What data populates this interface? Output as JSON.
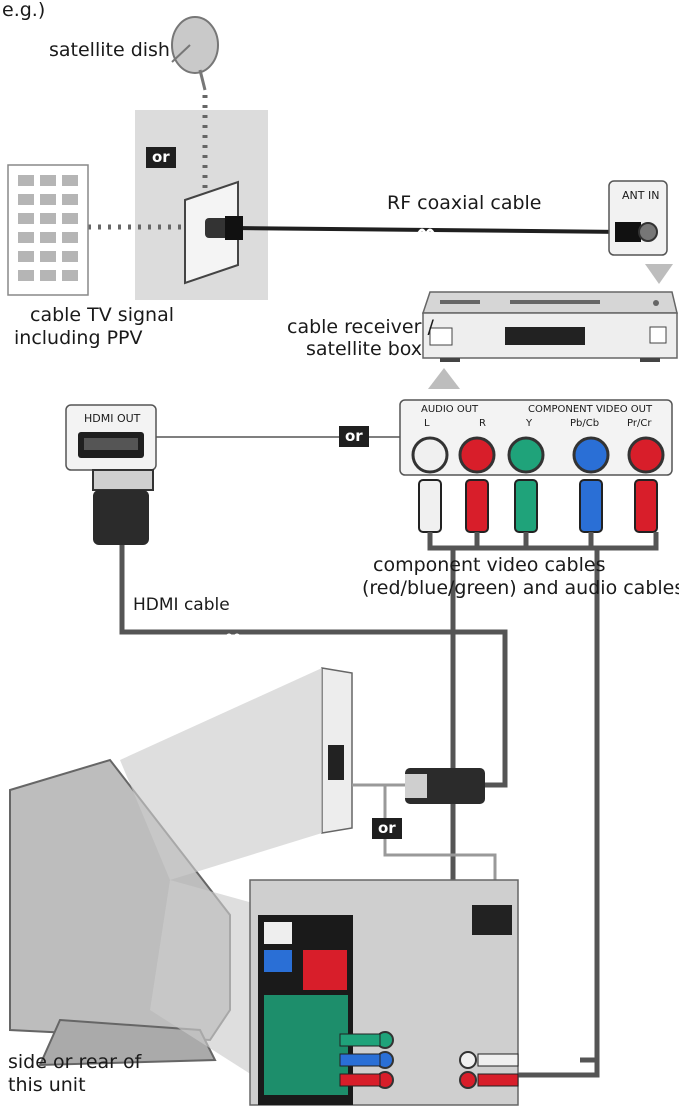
{
  "top_fragment": "e.g.)",
  "labels": {
    "satellite_dish": "satellite dish",
    "rf_cable": "RF coaxial cable",
    "ant_in": "ANT IN",
    "cable_tv_line1": "cable TV signal",
    "cable_tv_line2": "including PPV",
    "receiver_line1": "cable receiver /",
    "receiver_line2": "satellite box",
    "hdmi_out": "HDMI OUT",
    "audio_out": "AUDIO OUT",
    "audio_l": "L",
    "audio_r": "R",
    "component_out": "COMPONENT VIDEO OUT",
    "comp_y": "Y",
    "comp_pb": "Pb/Cb",
    "comp_pr": "Pr/Cr",
    "component_cables_line1": "component video cables",
    "component_cables_line2": "(red/blue/green) and audio cables",
    "hdmi_cable": "HDMI cable",
    "unit_line1": "side or rear of",
    "unit_line2": "this unit"
  },
  "or_badges": [
    "or",
    "or",
    "or"
  ],
  "colors": {
    "cable": "#555555",
    "panel": "#dcdcdc",
    "red": "#d81e2a",
    "blue": "#2a6fd6",
    "green": "#1fa37a",
    "white": "#f0f0f0",
    "dark": "#1f1f1f"
  }
}
